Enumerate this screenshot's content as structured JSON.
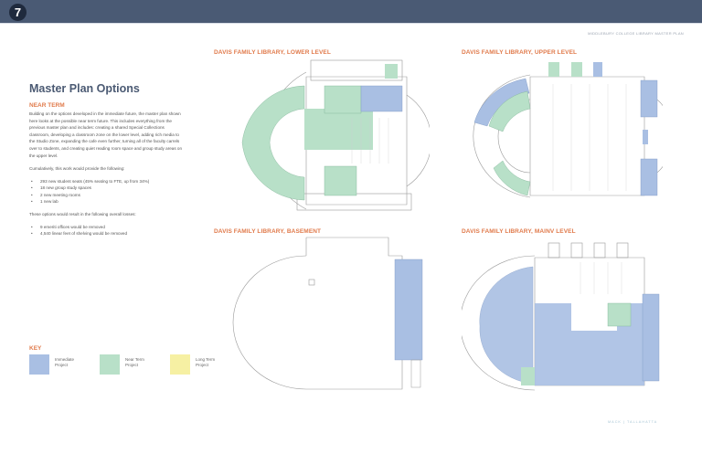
{
  "header": {
    "page_number": "7",
    "document_title": "MIDDLEBURY COLLEGE LIBRARY MASTER PLAN"
  },
  "content": {
    "title": "Master Plan Options",
    "section_heading": "NEAR TERM",
    "intro": "Building on the options developed in the immediate future, the master plan shown here looks at the possible near term future. This includes everything from the previous master plan and includes: creating a shared Special Collections classroom, developing a classroom zone on the lower level, adding rich media to the Studio Zone, expanding the cafe even further, turning all of the faculty carrels over to students, and creating quiet reading room space and group study areas on the upper level.",
    "provides_intro": "Cumulatively, this work would provide the following:",
    "gains": [
      "293 new student seats (45% seating to FTE, up from 34%)",
      "18 new group study spaces",
      "2 new meeting rooms",
      "1 new lab"
    ],
    "losses_intro": "These options would result in the following overall losses:",
    "losses": [
      "9 emeriti offices would be removed",
      "4,540 linear feet of shelving would be removed"
    ]
  },
  "key": {
    "title": "KEY",
    "items": [
      {
        "label": "Immediate Project",
        "color": "#a9bfe3"
      },
      {
        "label": "Near Term Project",
        "color": "#b8e0c8"
      },
      {
        "label": "Long Term Project",
        "color": "#f6f0a3"
      }
    ]
  },
  "plans": {
    "lower": {
      "title": "DAVIS FAMILY LIBRARY, LOWER LEVEL"
    },
    "upper": {
      "title": "DAVIS FAMILY LIBRARY, UPPER LEVEL"
    },
    "basement": {
      "title": "DAVIS FAMILY LIBRARY, BASEMENT"
    },
    "main": {
      "title": "DAVIS FAMILY LIBRARY, MAINV LEVEL"
    }
  },
  "colors": {
    "immediate": "#a9bfe3",
    "near_term": "#b8e0c8",
    "long_term": "#f6f0a3",
    "accent": "#e07a4b",
    "header_bar": "#4a5a74"
  },
  "footer": {
    "text": "MACK | TALLAHATTA"
  }
}
